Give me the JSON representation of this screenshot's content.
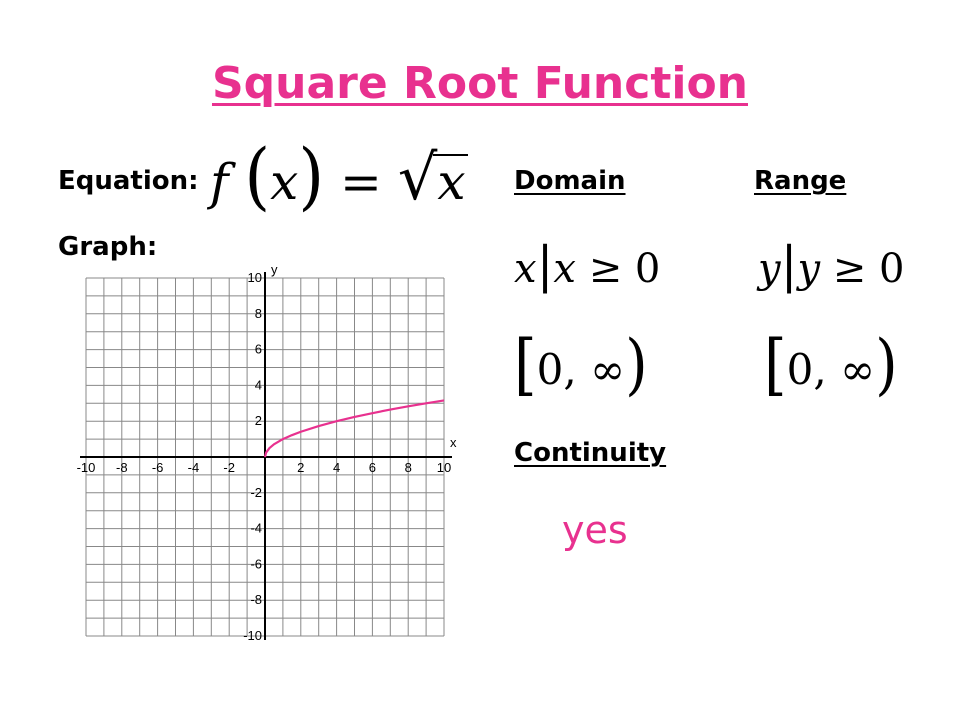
{
  "theme": {
    "accent": "#e8318f",
    "axis": "#000000",
    "grid": "#888888"
  },
  "slide": {
    "title": "Square Root Function",
    "equation_label": "Equation:",
    "graph_label": "Graph:",
    "domain_label": "Domain",
    "range_label": "Range",
    "continuity_label": "Continuity",
    "continuity_value": "yes"
  },
  "equation": {
    "f": "f",
    "x": "x",
    "radical": "√",
    "equals": "="
  },
  "domain": {
    "var": "x",
    "bar": "|",
    "cond_var": "x",
    "cond": " ≥ 0",
    "interval_open": "[",
    "interval_body": "0, ∞",
    "interval_close": ")"
  },
  "range": {
    "var": "y",
    "bar": "|",
    "cond_var": "y",
    "cond": " ≥ 0",
    "interval_open": "[",
    "interval_body": "0, ∞",
    "interval_close": ")"
  },
  "chart_data": {
    "type": "line",
    "xlabel": "x",
    "ylabel": "y",
    "xlim": [
      -10,
      10
    ],
    "ylim": [
      -10,
      10
    ],
    "grid": true,
    "grid_step": 1,
    "xticks": [
      -10,
      -8,
      -6,
      -4,
      -2,
      2,
      4,
      6,
      8,
      10
    ],
    "yticks": [
      -10,
      -8,
      -6,
      -4,
      -2,
      2,
      4,
      6,
      8,
      10
    ],
    "series": [
      {
        "function": "sqrt(x)",
        "x": [
          0,
          0.0625,
          0.25,
          0.5,
          1,
          1.5,
          2,
          3,
          4,
          5,
          6,
          7,
          8,
          9,
          10
        ],
        "y": [
          0,
          0.25,
          0.5,
          0.71,
          1,
          1.22,
          1.41,
          1.73,
          2,
          2.24,
          2.45,
          2.65,
          2.83,
          3,
          3.16
        ],
        "color": "#e8318f"
      }
    ]
  }
}
